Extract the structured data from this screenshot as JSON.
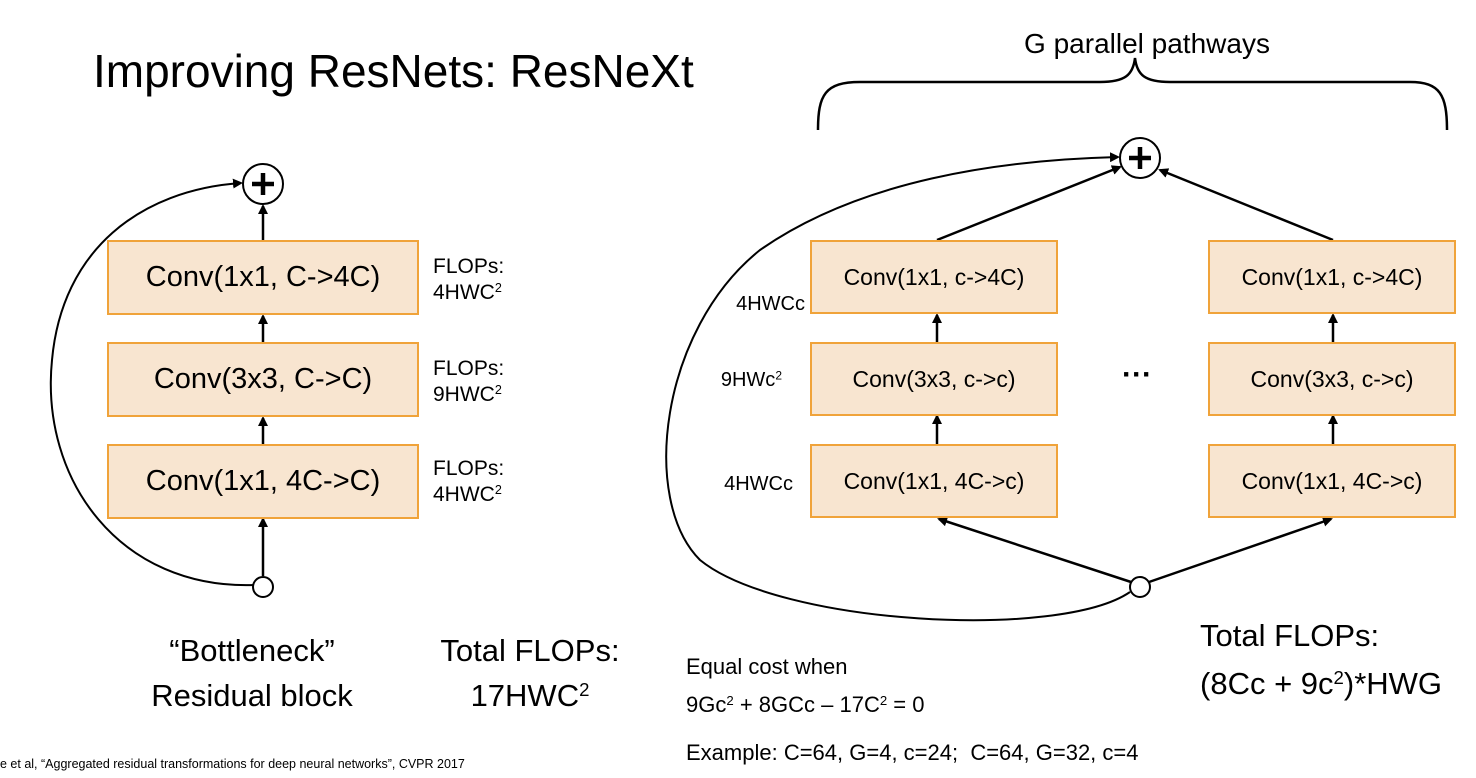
{
  "title": "Improving ResNets: ResNeXt",
  "colors": {
    "box_fill": "#F8E5D0",
    "box_border": "#F0A33A"
  },
  "left_block": {
    "boxes": [
      "Conv(1x1, C->4C)",
      "Conv(3x3, C->C)",
      "Conv(1x1, 4C->C)"
    ],
    "flops": [
      {
        "label": "FLOPs:",
        "value": "4HWC",
        "sup": "2"
      },
      {
        "label": "FLOPs:",
        "value": "9HWC",
        "sup": "2"
      },
      {
        "label": "FLOPs:",
        "value": "4HWC",
        "sup": "2"
      }
    ],
    "caption_line1": "“Bottleneck”",
    "caption_line2": "Residual block",
    "total_label": "Total FLOPs:",
    "total_value": "17HWC",
    "total_sup": "2"
  },
  "right_block": {
    "header": "G parallel pathways",
    "pathway_boxes": [
      "Conv(1x1, c->4C)",
      "Conv(3x3, c->c)",
      "Conv(1x1, 4C->c)"
    ],
    "ellipsis": "···",
    "flops": [
      {
        "value": "4HWCc",
        "sup": ""
      },
      {
        "value": "9HWc",
        "sup": "2"
      },
      {
        "value": "4HWCc",
        "sup": ""
      }
    ],
    "total_label": "Total FLOPs:",
    "total_value_a": "(8Cc + 9c",
    "total_sup": "2",
    "total_value_b": ")*HWG",
    "equal_cost_label": "Equal cost when",
    "equation": {
      "a": "9Gc",
      "s1": "2",
      "b": " + 8GCc – 17C",
      "s2": "2",
      "c": " = 0"
    },
    "example": "Example: C=64, G=4, c=24;  C=64, G=32, c=4"
  },
  "citation": "e et al, “Aggregated residual transformations for deep neural networks”, CVPR 2017"
}
